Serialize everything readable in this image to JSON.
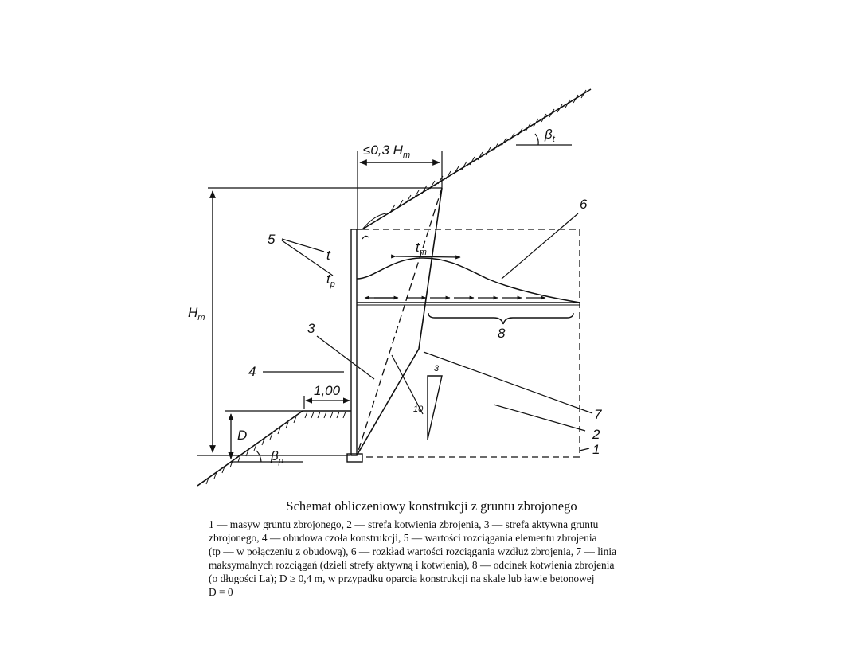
{
  "diagram": {
    "labels": {
      "top_width": "≤0,3 H",
      "top_width_sub": "m",
      "beta_top": "β",
      "beta_top_sub": "t",
      "height": "H",
      "height_sub": "m",
      "five": "5",
      "t": "t",
      "tp": "t",
      "tp_sub": "p",
      "tm": "t",
      "tm_sub": "m",
      "six": "6",
      "eight": "8",
      "three": "3",
      "four": "4",
      "one_m": "1,00",
      "d": "D",
      "beta_bottom": "β",
      "beta_bottom_sub": "p",
      "seven": "7",
      "two": "2",
      "one": "1",
      "slope_3": "3",
      "slope_10": "10"
    }
  },
  "caption": {
    "title": "Schemat obliczeniowy konstrukcji z gruntu zbrojonego",
    "lines": [
      "1 — masyw gruntu zbrojonego, 2 — strefa kotwienia zbrojenia, 3 — strefa aktywna gruntu",
      "zbrojonego, 4 — obudowa czoła konstrukcji, 5 — wartości rozciągania elementu zbrojenia",
      "(tp — w połączeniu z obudową), 6 — rozkład wartości rozciągania wzdłuż zbrojenia, 7 — linia",
      "maksymalnych rozciągań (dzieli strefy aktywną i kotwienia), 8 — odcinek kotwienia zbrojenia",
      "(o długości La); D ≥ 0,4 m, w przypadku oparcia konstrukcji na skale lub ławie betonowej",
      "D = 0"
    ]
  }
}
